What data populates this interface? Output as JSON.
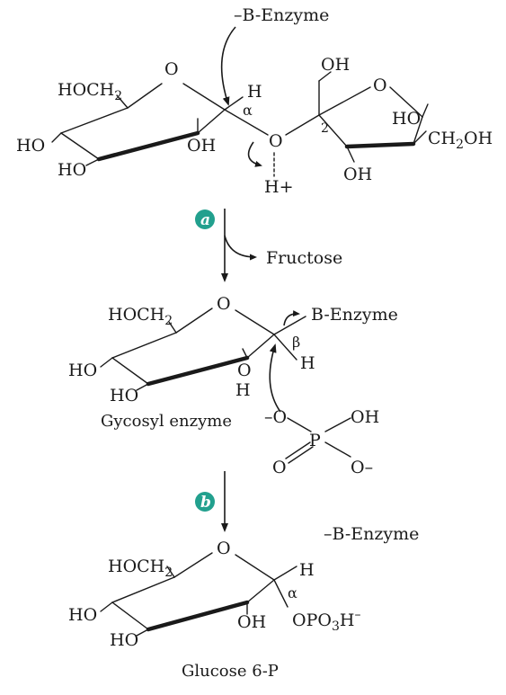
{
  "step1": {
    "enzyme": "–B-Enzyme",
    "hoch2": "HOCH",
    "o_ring": "O",
    "h": "H",
    "alpha": "α",
    "ho_left": "HO",
    "oh_ring": "OH",
    "ho_bottom": "HO",
    "bridge_o": "O",
    "h_plus": "H+",
    "oh_top": "OH",
    "fru_o": "O",
    "ho_fru": "HO",
    "num_2": "2",
    "ch2oh": "CH",
    "oh_bottom": "OH"
  },
  "step_a": {
    "label": "a",
    "product": "Fructose"
  },
  "step2": {
    "hoch2": "HOCH",
    "o_ring": "O",
    "enzyme": "B-Enzyme",
    "beta": "β",
    "h": "H",
    "ho_left": "HO",
    "o_ring2": "O",
    "h_ring": "H",
    "ho_bottom": "HO",
    "caption": "Gycosyl enzyme",
    "o_minus": "–O",
    "oh_p": "OH",
    "p": "P",
    "o_dbl": "O",
    "o_minus2": "O–"
  },
  "step_b": {
    "label": "b"
  },
  "step3": {
    "enzyme": "–B-Enzyme",
    "hoch2": "HOCH",
    "o_ring": "O",
    "h": "H",
    "alpha": "α",
    "ho_left": "HO",
    "oh_ring": "OH",
    "opo3h": "OPO",
    "ho_bottom": "HO",
    "caption": "Glucose 6-P"
  },
  "colors": {
    "step_circle": "#22a08e",
    "ink": "#1a1a1a"
  }
}
